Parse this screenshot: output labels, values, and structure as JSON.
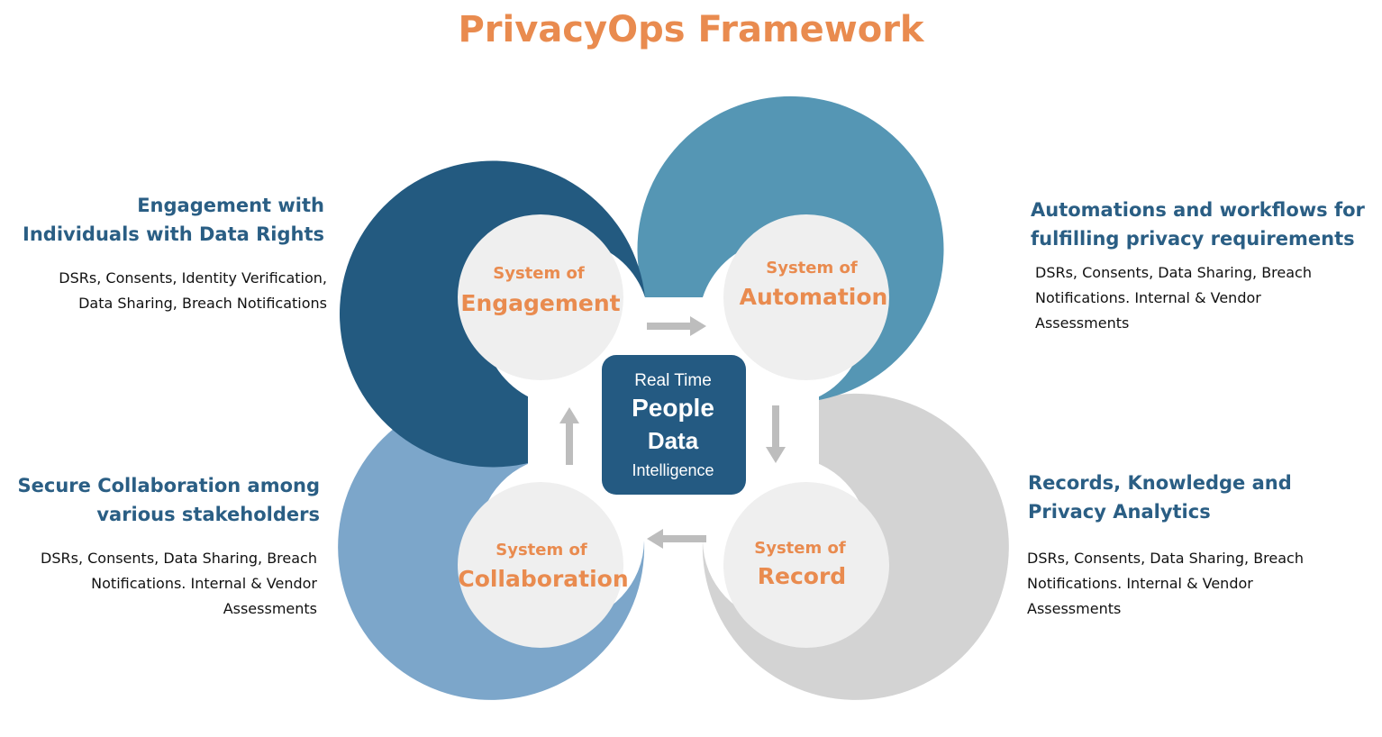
{
  "title": "PrivacyOps Framework",
  "colors": {
    "title": "#e98b4f",
    "heading": "#2a5e84",
    "engagement_ring": "#235a80",
    "automation_ring": "#5596b4",
    "collaboration_ring": "#7ca6ca",
    "record_ring": "#d3d3d3",
    "inner_circle": "#efefef",
    "center_box": "#245a82",
    "arrow": "#bdbdbd"
  },
  "center": {
    "line1": "Real Time",
    "line2": "People",
    "line3": "Data",
    "line4": "Intelligence"
  },
  "systems": {
    "engagement": {
      "small": "System of",
      "big": "Engagement"
    },
    "automation": {
      "small": "System of",
      "big": "Automation"
    },
    "record": {
      "small": "System of",
      "big": "Record"
    },
    "collaboration": {
      "small": "System of",
      "big": "Collaboration"
    }
  },
  "top_left": {
    "heading": [
      "Engagement with",
      "Individuals with Data Rights"
    ],
    "body": [
      "DSRs, Consents, Identity Verification,",
      "Data Sharing, Breach Notifications"
    ]
  },
  "top_right": {
    "heading": [
      "Automations and workflows for",
      "fulfilling privacy requirements"
    ],
    "body": [
      "DSRs, Consents, Data Sharing, Breach",
      "Notifications. Internal & Vendor",
      "Assessments"
    ]
  },
  "bottom_left": {
    "heading": [
      "Secure Collaboration among",
      "various stakeholders"
    ],
    "body": [
      "DSRs, Consents, Data Sharing, Breach",
      "Notifications. Internal & Vendor",
      "Assessments"
    ]
  },
  "bottom_right": {
    "heading": [
      "Records, Knowledge and",
      "Privacy Analytics"
    ],
    "body": [
      "DSRs, Consents, Data Sharing, Breach",
      "Notifications. Internal & Vendor",
      "Assessments"
    ]
  }
}
